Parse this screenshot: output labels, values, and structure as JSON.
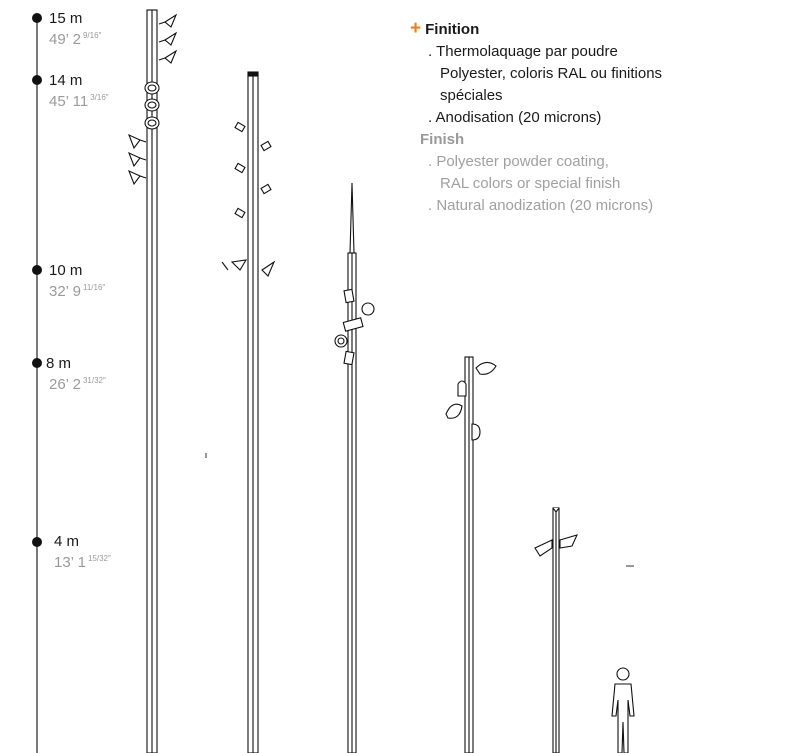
{
  "scale": [
    {
      "m": "15 m",
      "ft": "49’ 2",
      "frac": "9/16″"
    },
    {
      "m": "14 m",
      "ft": "45’ 11",
      "frac": "3/16″"
    },
    {
      "m": "10 m",
      "ft": "32’ 9",
      "frac": "11/16″"
    },
    {
      "m": "8 m",
      "ft": "26’ 2",
      "frac": "31/32″"
    },
    {
      "m": "4 m",
      "ft": "13’ 1",
      "frac": "15/32″"
    }
  ],
  "finish": {
    "title_fr": "Finition",
    "fr_line1": ". Thermolaquage par poudre",
    "fr_line2": "Polyester, coloris RAL ou finitions",
    "fr_line3": "spéciales",
    "fr_line4": ". Anodisation (20 microns)",
    "title_en": "Finish",
    "en_line1": ". Polyester powder coating,",
    "en_line2": "RAL colors or special finish",
    "en_line3": ". Natural anodization (20 microns)"
  },
  "colors": {
    "accent": "#f07d19",
    "ink": "#1a1a1a",
    "muted": "#9a9a9a"
  }
}
